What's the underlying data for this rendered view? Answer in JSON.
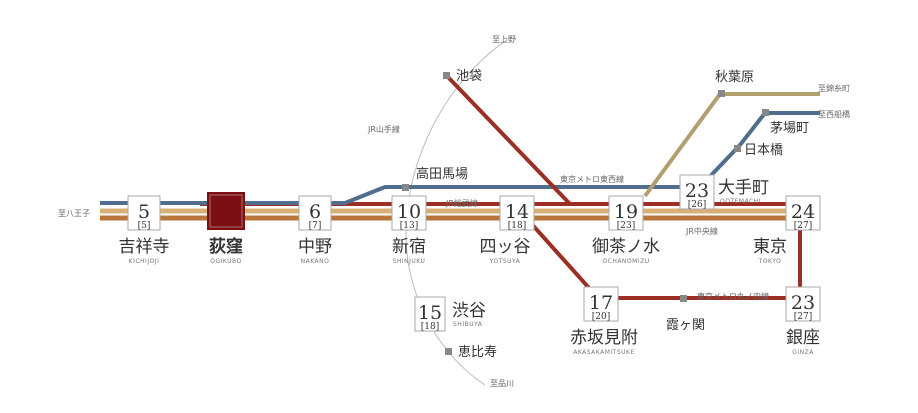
{
  "colors": {
    "tozai": "#4f6d8c",
    "marunouchi": "#9b2f25",
    "chuo": "#b8763d",
    "sobu": "#d8b077",
    "akihabara_line": "#b0a070",
    "yamanote": "#bbbbbb",
    "origin_box": "#7b0f14"
  },
  "stations": {
    "kichijoji": {
      "kanji": "吉祥寺",
      "romaji": "KICHIJOJI",
      "min": "5",
      "sub": "[5]"
    },
    "ogikubo": {
      "kanji": "荻窪",
      "romaji": "OGIKUBO"
    },
    "nakano": {
      "kanji": "中野",
      "romaji": "NAKANO",
      "min": "6",
      "sub": "[7]"
    },
    "shinjuku": {
      "kanji": "新宿",
      "romaji": "SHINJUKU",
      "min": "10",
      "sub": "[13]"
    },
    "yotsuya": {
      "kanji": "四ッ谷",
      "romaji": "YOTSUYA",
      "min": "14",
      "sub": "[18]"
    },
    "ochanomizu": {
      "kanji": "御茶ノ水",
      "romaji": "OCHANOMIZU",
      "min": "19",
      "sub": "[23]"
    },
    "otemachi": {
      "kanji": "大手町",
      "romaji": "OOTEMACHI",
      "min": "23",
      "sub": "[26]"
    },
    "tokyo": {
      "kanji": "東京",
      "romaji": "TOKYO",
      "min": "24",
      "sub": "[27]"
    },
    "ginza": {
      "kanji": "銀座",
      "romaji": "GINZA",
      "min": "23",
      "sub": "[27]"
    },
    "akasakamitsuke": {
      "kanji": "赤坂見附",
      "romaji": "AKASAKAMITSUKE",
      "min": "17",
      "sub": "[20]"
    },
    "shibuya": {
      "kanji": "渋谷",
      "romaji": "SHIBUYA",
      "min": "15",
      "sub": "[18]"
    },
    "takadanobaba": {
      "kanji": "高田馬場"
    },
    "ikebukuro": {
      "kanji": "池袋"
    },
    "akihabara": {
      "kanji": "秋葉原"
    },
    "kayabacho": {
      "kanji": "茅場町"
    },
    "nihombashi": {
      "kanji": "日本橋"
    },
    "kasumigaseki": {
      "kanji": "霞ヶ関"
    },
    "ebisu": {
      "kanji": "恵比寿"
    }
  },
  "directions": {
    "hachioji": "至八王子",
    "ueno": "至上野",
    "kinshicho": "至錦糸町",
    "nishifunabashi": "至西船橋",
    "shinagawa": "至品川"
  },
  "line_labels": {
    "yamanote": "JR山手線",
    "tozai": "東京メトロ東西線",
    "sobu": "JR総武線",
    "chuo": "JR中央線",
    "marunouchi": "東京メトロ丸ノ内線"
  }
}
